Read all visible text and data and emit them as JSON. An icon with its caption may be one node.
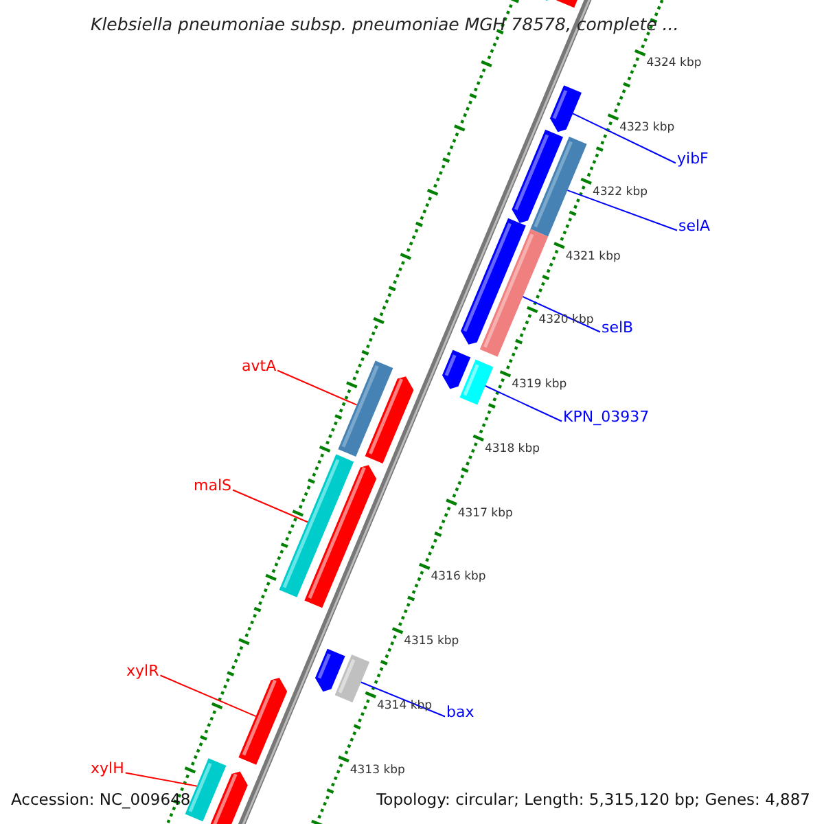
{
  "diagram": {
    "title": "Klebsiella pneumoniae subsp. pneumoniae MGH 78578, complete ...",
    "nodes": [
      {
        "text": [
          "yibF"
        ]
      },
      {
        "text": [
          "selA"
        ]
      },
      {
        "text": [
          "selB"
        ]
      },
      {
        "text": [
          "KPN_03937"
        ]
      },
      {
        "text": [
          "avtA"
        ]
      },
      {
        "text": [
          "malS"
        ]
      },
      {
        "text": [
          "bax"
        ]
      },
      {
        "text": [
          "xylR"
        ]
      },
      {
        "text": [
          "xylH"
        ]
      },
      {
        "text": [],
        "shape": "arrow"
      },
      {
        "text": [],
        "shape": "bar"
      },
      {
        "text": [],
        "shape": "arrow"
      },
      {
        "text": [],
        "shape": "bar"
      },
      {
        "text": [],
        "shape": "arrow"
      },
      {
        "text": [],
        "shape": "bar"
      },
      {
        "text": [],
        "shape": "arrow"
      },
      {
        "text": [],
        "shape": "arrow"
      },
      {
        "text": [],
        "shape": "bar"
      },
      {
        "text": [],
        "shape": "arrow"
      },
      {
        "text": [],
        "shape": "bar"
      },
      {
        "text": [],
        "shape": "arrow"
      },
      {
        "text": [],
        "shape": "bar"
      },
      {
        "text": [],
        "shape": "arrow"
      },
      {
        "text": [],
        "shape": "bar"
      },
      {
        "text": [],
        "shape": "arrow"
      },
      {
        "text": [],
        "shape": "arrow"
      },
      {
        "text": [],
        "shape": "bar"
      }
    ],
    "edges": [
      {
        "from": 0,
        "to": 11,
        "arrow": "none"
      },
      {
        "from": 1,
        "to": 12,
        "arrow": "none"
      },
      {
        "from": 2,
        "to": 14,
        "arrow": "none"
      },
      {
        "from": 3,
        "to": 17,
        "arrow": "none"
      },
      {
        "from": 4,
        "to": 19,
        "arrow": "none",
        "color": "#ff0000"
      },
      {
        "from": 5,
        "to": 21,
        "arrow": "none",
        "color": "#ff0000"
      },
      {
        "from": 6,
        "to": 23,
        "arrow": "none"
      },
      {
        "from": 7,
        "to": 24,
        "arrow": "none",
        "color": "#ff0000"
      },
      {
        "from": 8,
        "to": 26,
        "arrow": "none",
        "color": "#ff0000"
      }
    ],
    "labels": [
      "4324 kbp",
      "4323 kbp",
      "4322 kbp",
      "4321 kbp",
      "4320 kbp",
      "4319 kbp",
      "4318 kbp",
      "4317 kbp",
      "4316 kbp",
      "4315 kbp",
      "4314 kbp",
      "4313 kbp",
      "Accession: NC_009648",
      "Topology: circular; Length: 5,315,120 bp; Genes: 4,887"
    ]
  }
}
